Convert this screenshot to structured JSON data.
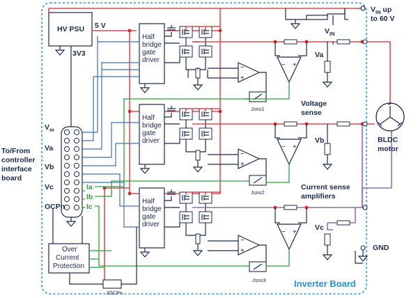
{
  "diagram": {
    "board_title": "Inverter Board",
    "psu": {
      "label": "HV PSU",
      "rail_5v": "5 V",
      "rail_3v3": "3V3"
    },
    "vin": {
      "label_main": "V",
      "label_sub": "IN",
      "label_tail": " up",
      "label_line2": "to 60 V",
      "sense_main": "V",
      "sense_sub": "IN"
    },
    "connector": {
      "vm_main": "V",
      "vm_sub": "m",
      "va": "Va",
      "vb": "Vb",
      "vc": "Vc",
      "ocpn": "OCPn"
    },
    "controller_label": [
      "To/From",
      "controller",
      "interface",
      "board"
    ],
    "currents": {
      "ia": "Ia",
      "ib": "Ib",
      "ic": "Ic"
    },
    "gate_driver_lines": [
      "Half",
      "bridge",
      "gate",
      "driver"
    ],
    "phase_nodes": [
      "Va",
      "Vb",
      "Vc"
    ],
    "shunts": [
      "Jsns1",
      "Jsns2",
      "Jsns3"
    ],
    "voltage_sense": [
      "Voltage",
      "sense"
    ],
    "current_sense": [
      "Current sense",
      "amplifiers"
    ],
    "motor": [
      "BLDC",
      "motor"
    ],
    "gnd": "GND",
    "ocp": [
      "Over",
      "Current",
      "Protection"
    ],
    "jocpn": "JOCPn"
  }
}
